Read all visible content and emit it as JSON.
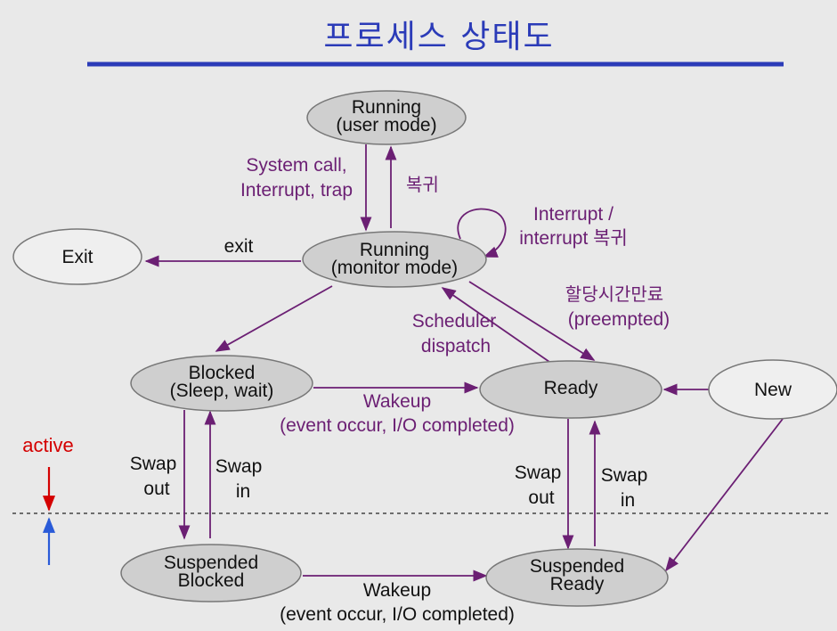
{
  "title": "프로세스 상태도",
  "nodes": {
    "running_user": [
      "Running",
      "(user mode)"
    ],
    "running_monitor": [
      "Running",
      "(monitor mode)"
    ],
    "exit": [
      "Exit"
    ],
    "blocked": [
      "Blocked",
      "(Sleep, wait)"
    ],
    "ready": [
      "Ready"
    ],
    "new": [
      "New"
    ],
    "suspended_blocked": [
      "Suspended",
      "Blocked"
    ],
    "suspended_ready": [
      "Suspended",
      "Ready"
    ]
  },
  "labels": {
    "syscall": [
      "System call,",
      "Interrupt, trap"
    ],
    "return": "복귀",
    "interrupt": [
      "Interrupt /",
      "interrupt 복귀"
    ],
    "exit": "exit",
    "preempted": [
      "할당시간만료",
      "(preempted)"
    ],
    "dispatch": [
      "Scheduler",
      "dispatch"
    ],
    "wakeup": [
      "Wakeup",
      "(event occur, I/O completed)"
    ],
    "wakeup_bottom": [
      "Wakeup",
      "(event occur, I/O completed)"
    ],
    "swap_out_left": [
      "Swap",
      "out"
    ],
    "swap_in_left": [
      "Swap",
      "in"
    ],
    "swap_out_right": [
      "Swap",
      "out"
    ],
    "swap_in_right": [
      "Swap",
      "in"
    ]
  },
  "active_label": "active",
  "colors": {
    "title": "#2b3bb8",
    "title_rule": "#2b3bb8",
    "node_fill": "#cfcfcf",
    "node_fill_light": "#efefef",
    "edge": "#6b1f73",
    "label_purple": "#6b1f73",
    "active_red": "#d40000",
    "active_blue": "#2a5bd8"
  }
}
